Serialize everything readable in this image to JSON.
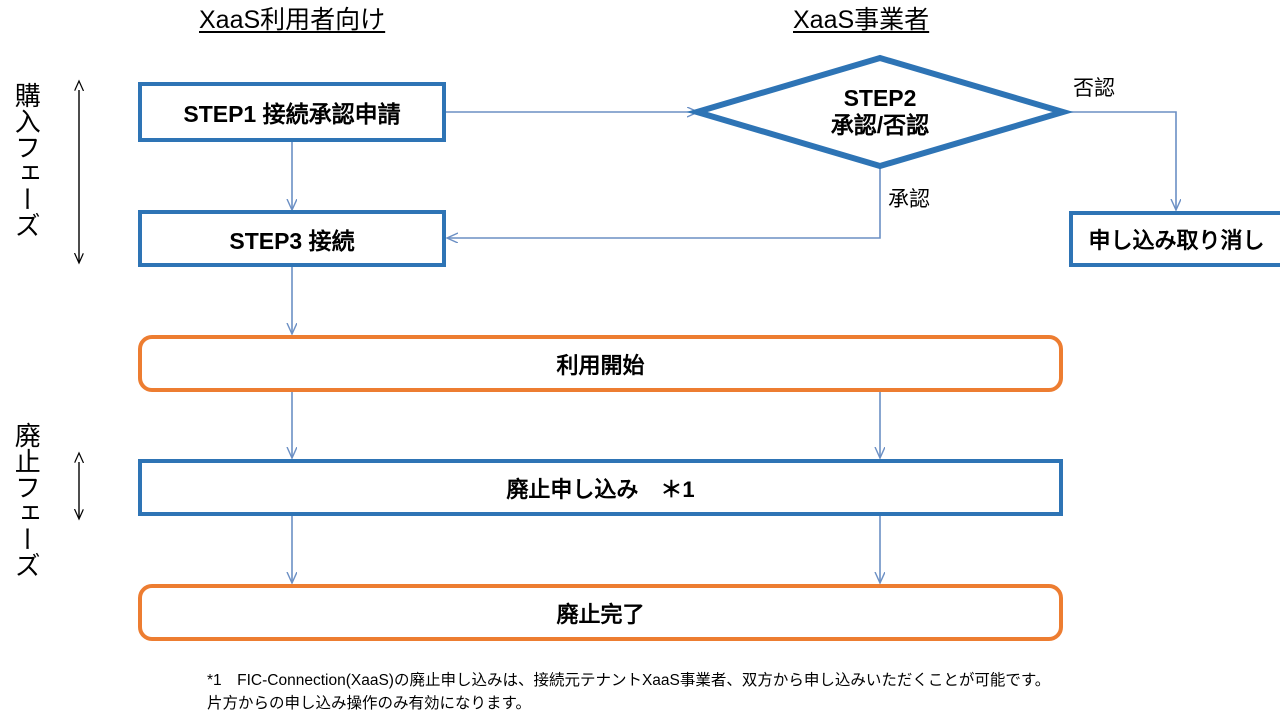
{
  "headings": {
    "consumer": "XaaS利用者向け",
    "provider": "XaaS事業者"
  },
  "phases": [
    {
      "id": "purchase",
      "label": "購入フェーズ"
    },
    {
      "id": "abolish",
      "label": "廃止フェーズ"
    }
  ],
  "nodes": {
    "step1": {
      "label": "STEP1 接続承認申請",
      "shape": "rect",
      "color": "#2E74B5"
    },
    "step2": {
      "line1": "STEP2",
      "line2": "承認/否認",
      "shape": "diamond",
      "color": "#2E74B5"
    },
    "step3": {
      "label": "STEP3 接続",
      "shape": "rect",
      "color": "#2E74B5"
    },
    "cancel": {
      "label": "申し込み取り消し",
      "shape": "rect",
      "color": "#2E74B5"
    },
    "start_use": {
      "label": "利用開始",
      "shape": "rounded-rect",
      "color": "#ED7D31"
    },
    "abolish_req": {
      "label": "廃止申し込み　＊1",
      "shape": "rect",
      "color": "#2E74B5"
    },
    "abolish_done": {
      "label": "廃止完了",
      "shape": "rounded-rect",
      "color": "#ED7D31"
    }
  },
  "edge_labels": {
    "reject": "否認",
    "approve": "承認"
  },
  "footnote": {
    "line1": "*1　FIC-Connection(XaaS)の廃止申し込みは、接続元テナントXaaS事業者、双方から申し込みいただくことが可能です。",
    "line2": "片方からの申し込み操作のみ有効になります。"
  },
  "colors": {
    "blue": "#2E74B5",
    "orange": "#ED7D31",
    "connector": "#6B8FC4",
    "text": "#000000"
  }
}
